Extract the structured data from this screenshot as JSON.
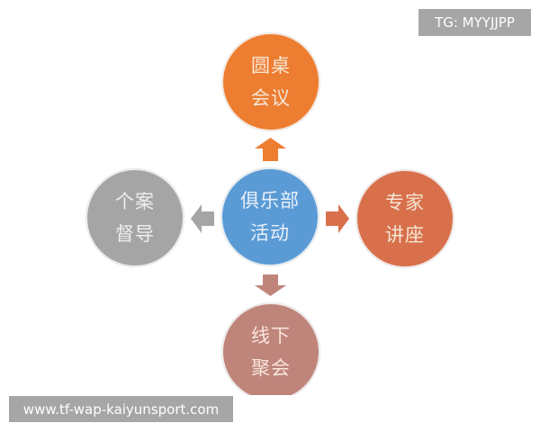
{
  "diagram": {
    "center": {
      "lines": [
        "俱乐部",
        "活动"
      ],
      "color": "#5B9BD5"
    },
    "nodes": {
      "top": {
        "lines": [
          "圆桌",
          "会议"
        ],
        "color": "#ED7D31"
      },
      "right": {
        "lines": [
          "专家",
          "讲座"
        ],
        "color": "#D8704B"
      },
      "left": {
        "lines": [
          "个案",
          "督导"
        ],
        "color": "#A5A5A5"
      },
      "bottom": {
        "lines": [
          "线下",
          "聚会"
        ],
        "color": "#BF857B"
      }
    },
    "arrows": {
      "up": {
        "direction": "up",
        "color": "#ED7D31"
      },
      "right": {
        "direction": "right",
        "color": "#D8704B"
      },
      "left": {
        "direction": "left",
        "color": "#A5A5A5"
      },
      "down": {
        "direction": "down",
        "color": "#BF857B"
      }
    }
  },
  "watermarks": {
    "top_right": "TG: MYYJJPP",
    "bottom_left": "www.tf-wap-kaiyunsport.com"
  }
}
